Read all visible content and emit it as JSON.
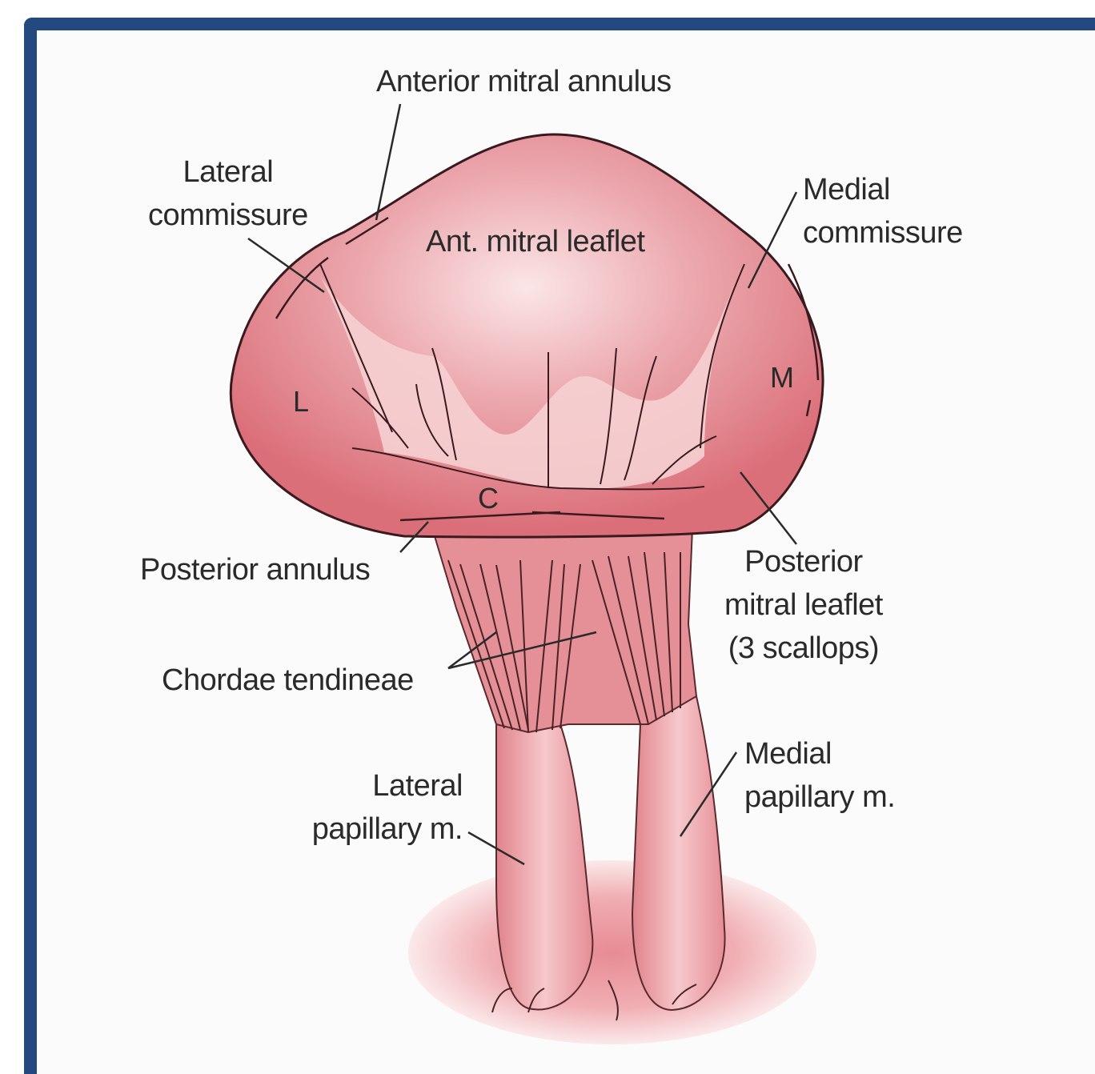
{
  "labels": {
    "anterior_mitral_annulus": "Anterior mitral annulus",
    "lateral_commissure": [
      "Lateral",
      "commissure"
    ],
    "medial_commissure": [
      "Medial",
      "commissure"
    ],
    "ant_mitral_leaflet": "Ant. mitral leaflet",
    "letter_l": "L",
    "letter_m": "M",
    "letter_c": "C",
    "posterior_annulus": "Posterior annulus",
    "posterior_mitral_leaflet": [
      "Posterior",
      "mitral leaflet",
      "(3 scallops)"
    ],
    "chordae_tendineae": "Chordae tendineae",
    "lateral_papillary": [
      "Lateral",
      "papillary m."
    ],
    "medial_papillary": [
      "Medial",
      "papillary m."
    ]
  },
  "colors": {
    "frame": "#24497f",
    "leaflet": "#e07a83",
    "leaflet_light": "#f6c9cc",
    "outline": "#3a1a1e",
    "muscle": "#eda3a8"
  }
}
